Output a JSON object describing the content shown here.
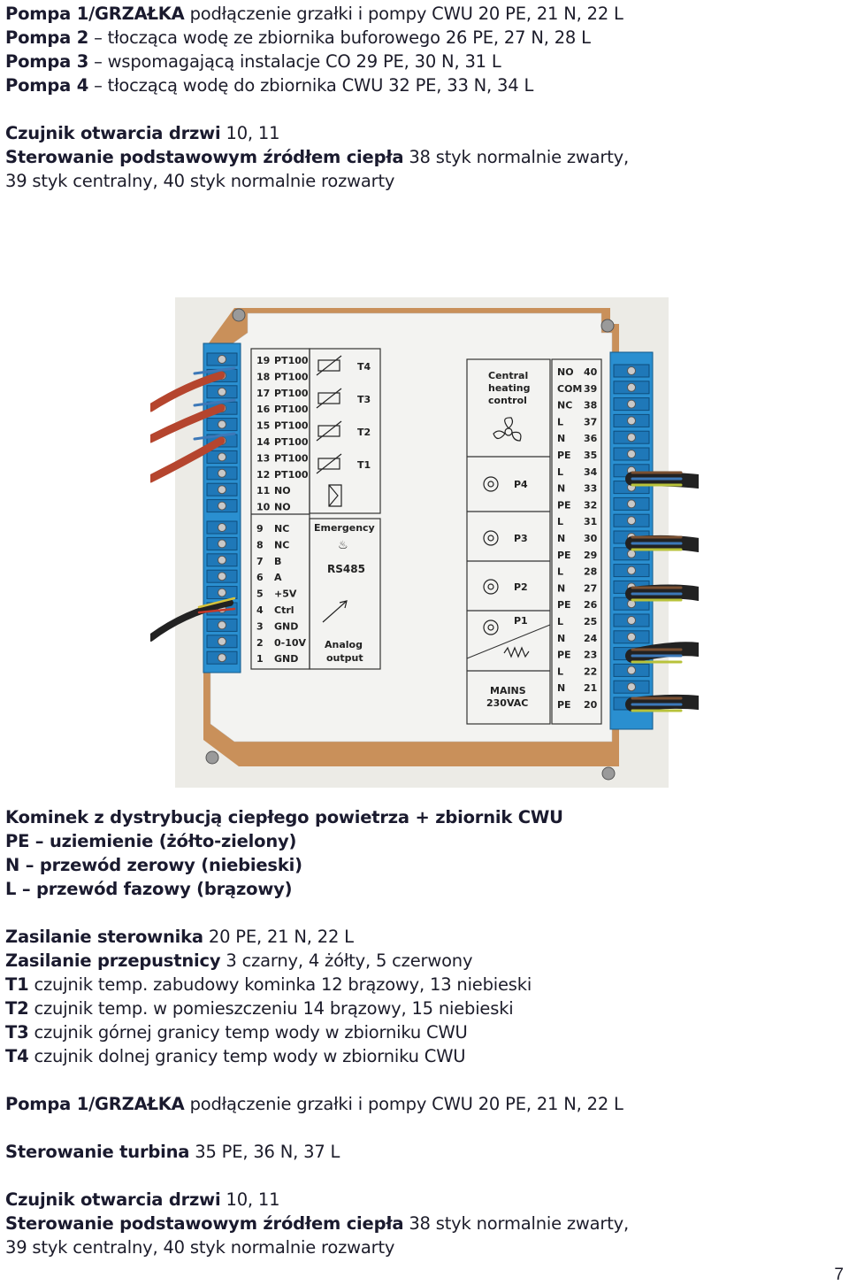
{
  "top_block": {
    "line1": {
      "bold": "Pompa 1/GRZAŁKA",
      "text": " podłączenie grzałki i pompy CWU 20 PE, 21 N, 22 L"
    },
    "line2": {
      "bold": "Pompa 2",
      "text": " – tłocząca wodę ze zbiornika buforowego 26 PE, 27 N, 28 L"
    },
    "line3": {
      "bold": "Pompa 3",
      "text": " – wspomagającą instalacje CO 29 PE, 30 N, 31 L"
    },
    "line4": {
      "bold": "Pompa 4",
      "text": " – tłoczącą wodę do zbiornika CWU 32 PE, 33 N, 34 L"
    },
    "line5": {
      "bold": "Czujnik otwarcia drzwi",
      "text": " 10, 11"
    },
    "line6": {
      "bold": "Sterowanie podstawowym źródłem ciepła",
      "text": " 38 styk normalnie zwarty,"
    },
    "line7": {
      "bold": "",
      "text": "39 styk centralny, 40 styk normalnie rozwarty"
    }
  },
  "photo": {
    "left_terminals": [
      {
        "num": "19",
        "name": "PT100"
      },
      {
        "num": "18",
        "name": "PT100"
      },
      {
        "num": "17",
        "name": "PT100"
      },
      {
        "num": "16",
        "name": "PT100"
      },
      {
        "num": "15",
        "name": "PT100"
      },
      {
        "num": "14",
        "name": "PT100"
      },
      {
        "num": "13",
        "name": "PT100"
      },
      {
        "num": "12",
        "name": "PT100"
      },
      {
        "num": "11",
        "name": "NO"
      },
      {
        "num": "10",
        "name": "NO"
      },
      {
        "num": "9",
        "name": "NC"
      },
      {
        "num": "8",
        "name": "NC"
      },
      {
        "num": "7",
        "name": "B"
      },
      {
        "num": "6",
        "name": "A"
      },
      {
        "num": "5",
        "name": "+5V"
      },
      {
        "num": "4",
        "name": "Ctrl"
      },
      {
        "num": "3",
        "name": "GND"
      },
      {
        "num": "2",
        "name": "0-10V"
      },
      {
        "num": "1",
        "name": "GND"
      }
    ],
    "sensor_labels": [
      "T4",
      "T3",
      "T2",
      "T1"
    ],
    "emergency_label": "Emergency",
    "rs485_label": "RS485",
    "analog_label_1": "Analog",
    "analog_label_2": "output",
    "central_label_1": "Central",
    "central_label_2": "heating",
    "central_label_3": "control",
    "pump_labels": [
      "P4",
      "P3",
      "P2",
      "P1"
    ],
    "mains_label_1": "MAINS",
    "mains_label_2": "230VAC",
    "right_terminals": [
      {
        "name": "NO",
        "num": "40"
      },
      {
        "name": "COM",
        "num": "39"
      },
      {
        "name": "NC",
        "num": "38"
      },
      {
        "name": "L",
        "num": "37"
      },
      {
        "name": "N",
        "num": "36"
      },
      {
        "name": "PE",
        "num": "35"
      },
      {
        "name": "L",
        "num": "34"
      },
      {
        "name": "N",
        "num": "33"
      },
      {
        "name": "PE",
        "num": "32"
      },
      {
        "name": "L",
        "num": "31"
      },
      {
        "name": "N",
        "num": "30"
      },
      {
        "name": "PE",
        "num": "29"
      },
      {
        "name": "L",
        "num": "28"
      },
      {
        "name": "N",
        "num": "27"
      },
      {
        "name": "PE",
        "num": "26"
      },
      {
        "name": "L",
        "num": "25"
      },
      {
        "name": "N",
        "num": "24"
      },
      {
        "name": "PE",
        "num": "23"
      },
      {
        "name": "L",
        "num": "22"
      },
      {
        "name": "N",
        "num": "21"
      },
      {
        "name": "PE",
        "num": "20"
      }
    ]
  },
  "legend": {
    "line1": "Kominek z dystrybucją ciepłego powietrza + zbiornik CWU",
    "line2": "PE – uziemienie (żółto-zielony)",
    "line3": "N – przewód zerowy (niebieski)",
    "line4": "L – przewód fazowy (brązowy)"
  },
  "bottom_block": {
    "line1": {
      "bold": "Zasilanie sterownika",
      "text": " 20 PE, 21 N, 22 L"
    },
    "line2": {
      "bold": "Zasilanie przepustnicy",
      "text": " 3 czarny, 4 żółty, 5 czerwony"
    },
    "line3": {
      "bold": "T1",
      "text": " czujnik temp. zabudowy kominka 12 brązowy, 13 niebieski"
    },
    "line4": {
      "bold": "T2",
      "text": " czujnik temp. w pomieszczeniu 14 brązowy, 15 niebieski"
    },
    "line5": {
      "bold": "T3",
      "text": " czujnik górnej granicy temp wody w zbiorniku CWU"
    },
    "line6": {
      "bold": "T4",
      "text": " czujnik dolnej granicy temp wody w zbiorniku CWU"
    },
    "line7": {
      "bold": "Pompa 1/GRZAŁKA",
      "text": " podłączenie grzałki i pompy CWU 20 PE, 21 N, 22 L"
    },
    "line8": {
      "bold": "Sterowanie turbina",
      "text": " 35 PE, 36 N, 37 L"
    },
    "line9": {
      "bold": "Czujnik otwarcia drzwi",
      "text": " 10, 11"
    },
    "line10": {
      "bold": "Sterowanie podstawowym źródłem ciepła",
      "text": " 38 styk normalnie zwarty,"
    },
    "line11": {
      "bold": "",
      "text": "39 styk centralny, 40 styk normalnie rozwarty"
    }
  },
  "page_number": "7",
  "colors": {
    "terminal_blue": "#2a8fd0",
    "pcb_copper": "#c9905a",
    "wire_red": "#b5452e",
    "wire_brown": "#7a5032",
    "wire_blue": "#3c78b8",
    "wire_yellow_green": "#b8c23a"
  }
}
